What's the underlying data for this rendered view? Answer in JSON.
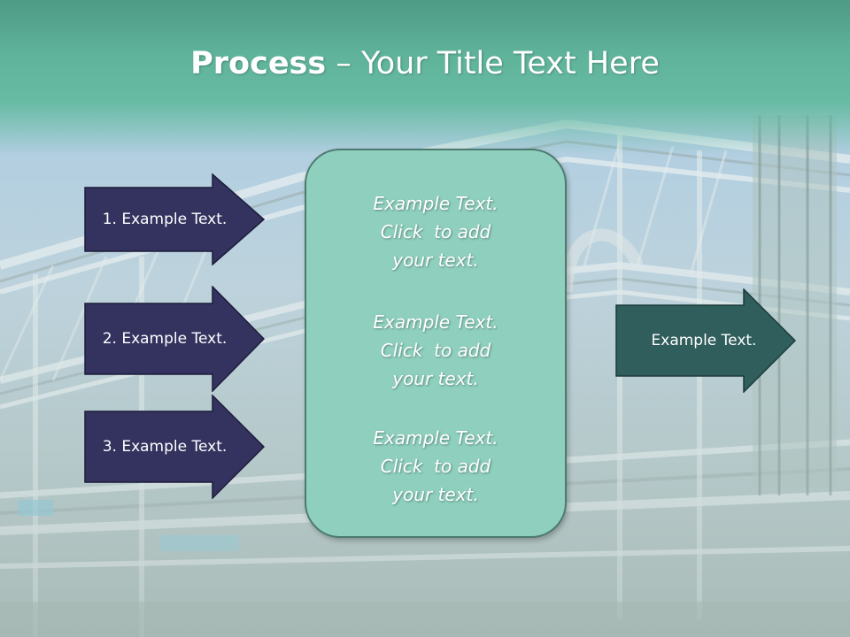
{
  "title": {
    "bold": "Process",
    "rest": " – Your Title Text Here"
  },
  "left_arrows": [
    {
      "label": "1. Example Text."
    },
    {
      "label": "2. Example Text."
    },
    {
      "label": "3. Example Text."
    }
  ],
  "center_box": {
    "paragraphs": [
      {
        "line1": "Example Text.",
        "line2": "Click  to add",
        "line3": "your text."
      },
      {
        "line1": "Example Text.",
        "line2": "Click  to add",
        "line3": "your text."
      },
      {
        "line1": "Example Text.",
        "line2": "Click  to add",
        "line3": "your text."
      }
    ]
  },
  "right_arrow": {
    "label": "Example Text."
  },
  "colors": {
    "title_band": "#66bba2",
    "left_arrow_fill": "#34335f",
    "center_box_fill": "#8ecfbd",
    "right_arrow_fill": "#2f5e5c"
  }
}
